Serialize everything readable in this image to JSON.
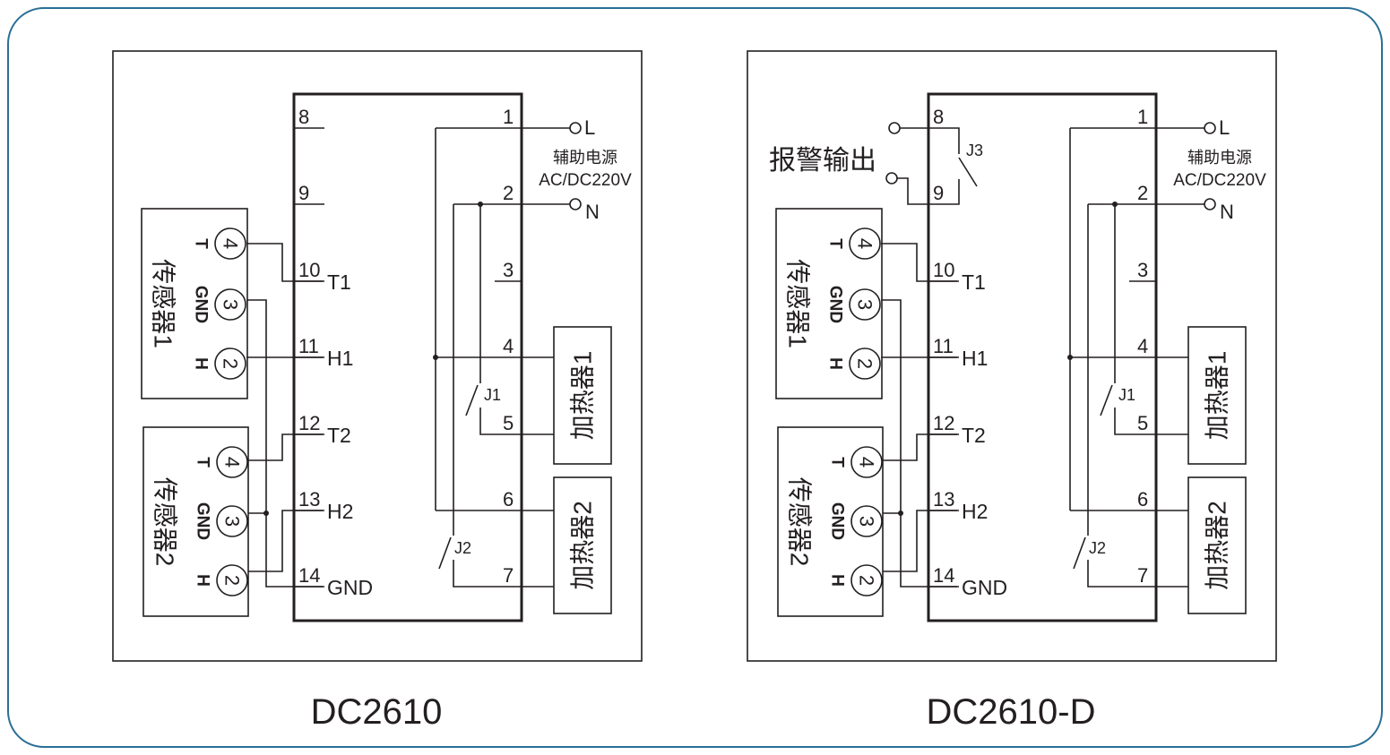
{
  "frame_color": "#2a6f97",
  "diagrams": [
    {
      "caption": "DC2610",
      "left_terminals": [
        {
          "num": "8",
          "label": ""
        },
        {
          "num": "9",
          "label": ""
        },
        {
          "num": "10",
          "label": "T1"
        },
        {
          "num": "11",
          "label": "H1"
        },
        {
          "num": "12",
          "label": "T2"
        },
        {
          "num": "13",
          "label": "H2"
        },
        {
          "num": "14",
          "label": "GND"
        }
      ],
      "right_terminals": [
        "1",
        "2",
        "3",
        "4",
        "5",
        "6",
        "7"
      ],
      "power": {
        "L": "L",
        "N": "N",
        "title": "辅助电源",
        "spec": "AC/DC220V"
      },
      "sensors": [
        {
          "name": "传感器1",
          "pins": [
            {
              "num": "4",
              "label": "T"
            },
            {
              "num": "3",
              "label": "GND"
            },
            {
              "num": "2",
              "label": "H"
            }
          ]
        },
        {
          "name": "传感器2",
          "pins": [
            {
              "num": "4",
              "label": "T"
            },
            {
              "num": "3",
              "label": "GND"
            },
            {
              "num": "2",
              "label": "H"
            }
          ]
        }
      ],
      "heaters": [
        "加热器1",
        "加热器2"
      ],
      "relays": [
        "J1",
        "J2"
      ],
      "alarm": null
    },
    {
      "caption": "DC2610-D",
      "left_terminals": [
        {
          "num": "8",
          "label": ""
        },
        {
          "num": "9",
          "label": ""
        },
        {
          "num": "10",
          "label": "T1"
        },
        {
          "num": "11",
          "label": "H1"
        },
        {
          "num": "12",
          "label": "T2"
        },
        {
          "num": "13",
          "label": "H2"
        },
        {
          "num": "14",
          "label": "GND"
        }
      ],
      "right_terminals": [
        "1",
        "2",
        "3",
        "4",
        "5",
        "6",
        "7"
      ],
      "power": {
        "L": "L",
        "N": "N",
        "title": "辅助电源",
        "spec": "AC/DC220V"
      },
      "sensors": [
        {
          "name": "传感器1",
          "pins": [
            {
              "num": "4",
              "label": "T"
            },
            {
              "num": "3",
              "label": "GND"
            },
            {
              "num": "2",
              "label": "H"
            }
          ]
        },
        {
          "name": "传感器2",
          "pins": [
            {
              "num": "4",
              "label": "T"
            },
            {
              "num": "3",
              "label": "GND"
            },
            {
              "num": "2",
              "label": "H"
            }
          ]
        }
      ],
      "heaters": [
        "加热器1",
        "加热器2"
      ],
      "relays": [
        "J1",
        "J2"
      ],
      "alarm": {
        "label": "报警输出",
        "relay": "J3"
      }
    }
  ]
}
